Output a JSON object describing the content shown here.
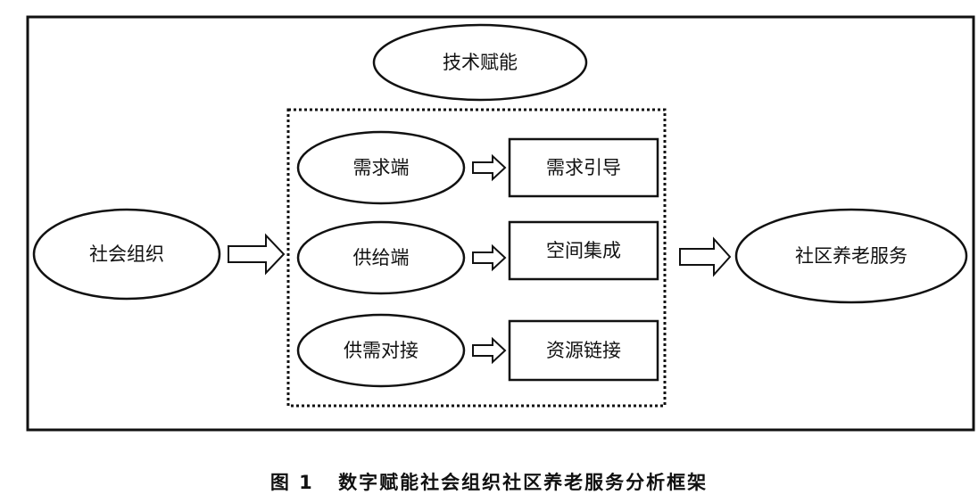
{
  "diagram": {
    "top_node": "技术赋能",
    "left_node": "社会组织",
    "right_node": "社区养老服务",
    "rows": [
      {
        "side": "需求端",
        "action": "需求引导"
      },
      {
        "side": "供给端",
        "action": "空间集成"
      },
      {
        "side": "供需对接",
        "action": "资源链接"
      }
    ]
  },
  "caption": {
    "figure_number": "图 1",
    "title": "数字赋能社会组织社区养老服务分析框架"
  }
}
